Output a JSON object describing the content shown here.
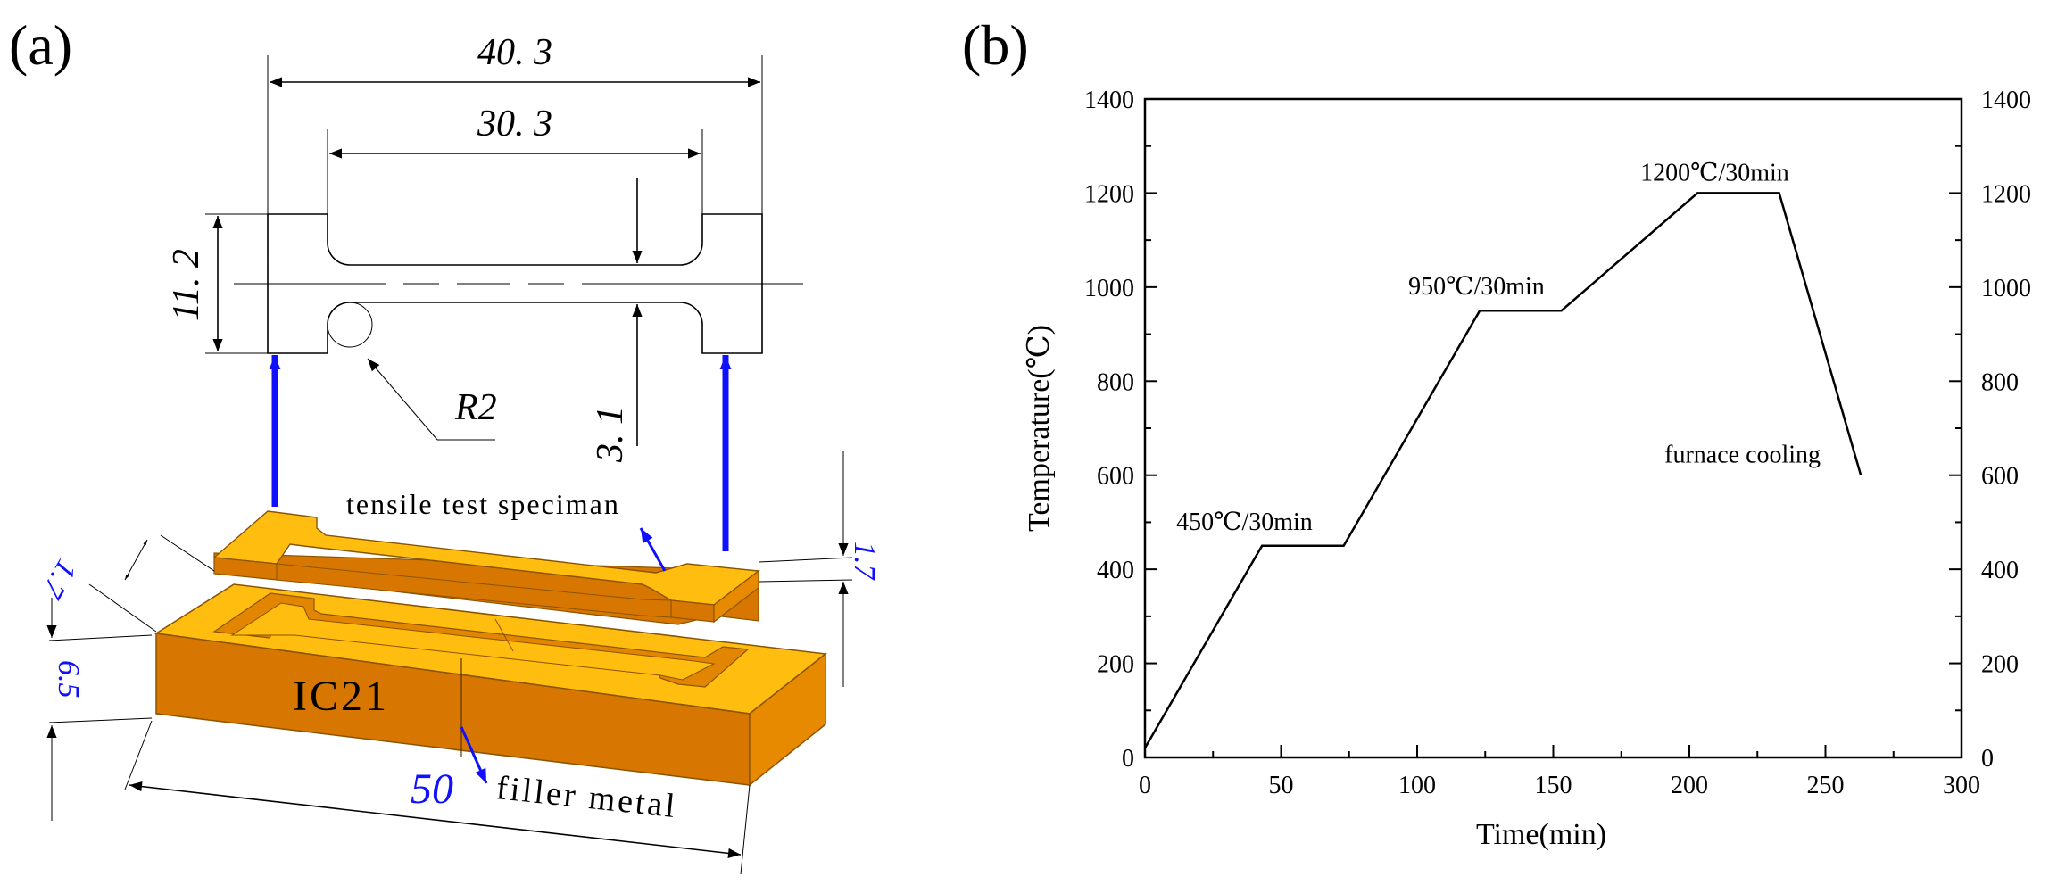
{
  "panel_a": {
    "label": "(a)",
    "dimensions": {
      "total_length": "40. 3",
      "gauge_length": "30. 3",
      "width": "11. 2",
      "gauge_width": "3. 1",
      "radius": "R2",
      "specimen_thickness": "1.7",
      "specimen_offset": "1.7",
      "block_height": "6.5",
      "block_length": "50"
    },
    "labels": {
      "specimen": "tensile test speciman",
      "block": "IC21",
      "filler": "filler metal"
    },
    "colors": {
      "block_front": "#d77600",
      "block_top": "#ffbd10",
      "block_side": "#e88a00",
      "arrow": "#1010ff"
    }
  },
  "panel_b": {
    "label": "(b)",
    "chart_data": {
      "type": "line",
      "xlabel": "Time(min)",
      "ylabel": "Temperature(℃)",
      "xlim": [
        0,
        300
      ],
      "ylim": [
        0,
        1400
      ],
      "x_ticks": [
        "0",
        "50",
        "100",
        "150",
        "200",
        "250",
        "300"
      ],
      "y_ticks": [
        "0",
        "200",
        "400",
        "600",
        "800",
        "1000",
        "1200",
        "1400"
      ],
      "right_axis_ticks": [
        "0",
        "200",
        "400",
        "600",
        "800",
        "1000",
        "1200",
        "1400"
      ],
      "series": [
        {
          "x": [
            0,
            43,
            73,
            123,
            153,
            203,
            233,
            263
          ],
          "y": [
            20,
            450,
            450,
            950,
            950,
            1200,
            1200,
            600
          ]
        }
      ],
      "annotations": [
        {
          "text": "450℃/30min",
          "x": 43,
          "y": 450
        },
        {
          "text": "950℃/30min",
          "x": 123,
          "y": 950
        },
        {
          "text": "1200℃/30min",
          "x": 203,
          "y": 1200
        },
        {
          "text": "furnace cooling",
          "x": 263,
          "y": 600
        }
      ],
      "grid": false
    }
  }
}
